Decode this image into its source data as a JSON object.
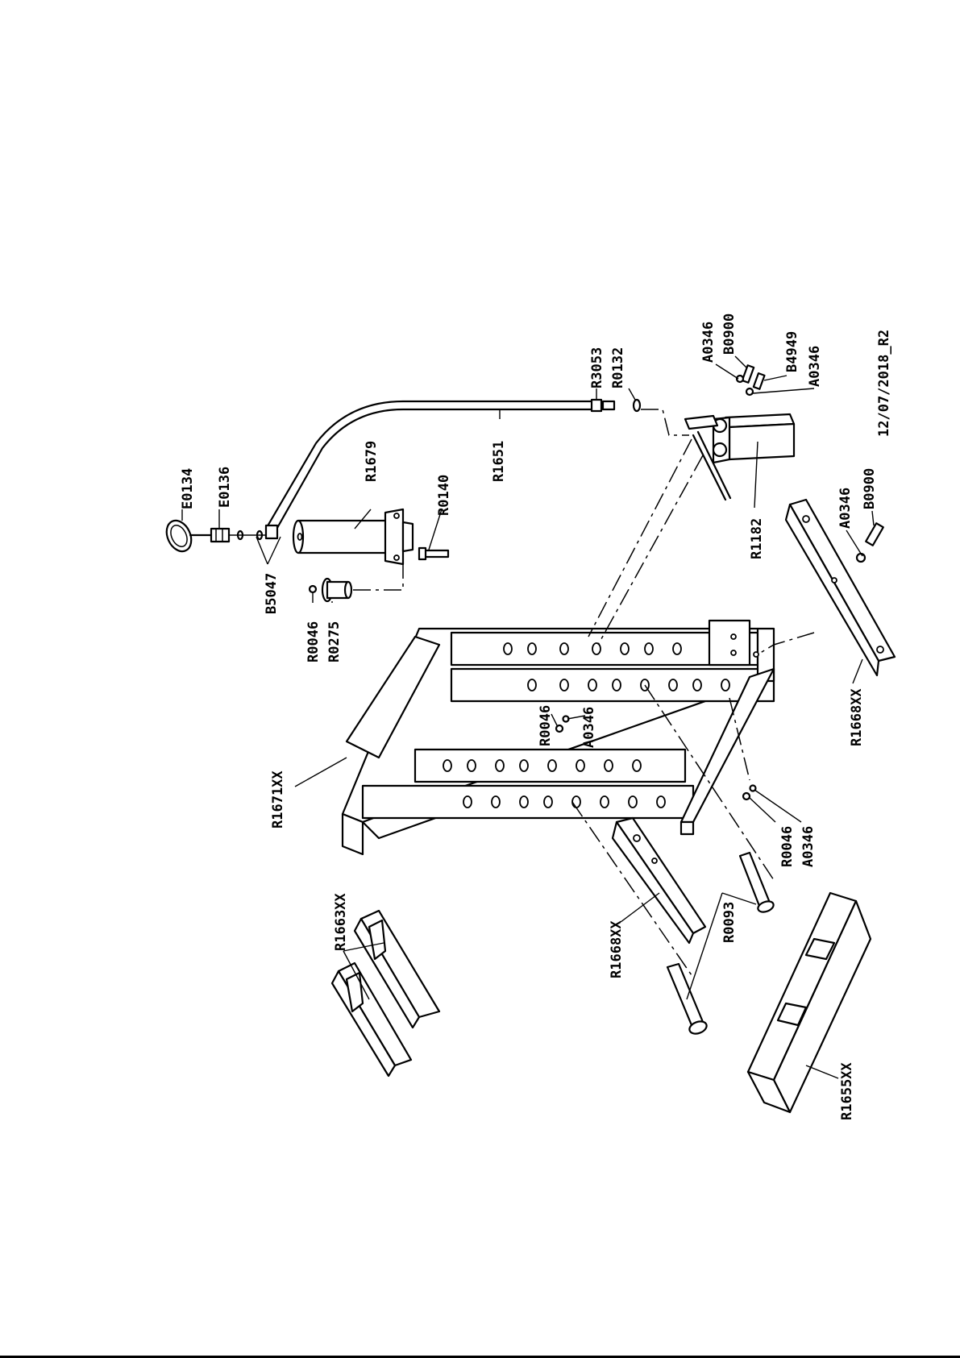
{
  "drawing": {
    "revision_date": "12/07/2018_R2",
    "parts": {
      "e0134": "E0134",
      "e0136": "E0136",
      "b5047": "B5047",
      "r1679": "R1679",
      "r0140": "R0140",
      "r0046_top": "R0046",
      "r0275": "R0275",
      "r1651": "R1651",
      "r3053": "R3053",
      "r0132": "R0132",
      "a0346_top": "A0346",
      "b0900_top": "B0900",
      "b4949": "B4949",
      "a0346_top2": "A0346",
      "r1182": "R1182",
      "a0346_right": "A0346",
      "b0900_right": "B0900",
      "r1668xx_right": "R1668XX",
      "r0046_mid": "R0046",
      "a0346_mid": "A0346",
      "r1671xx": "R1671XX",
      "r0046_low": "R0046",
      "a0346_low": "A0346",
      "r1668xx_left": "R1668XX",
      "r0093": "R0093",
      "r1663xx": "R1663XX",
      "r1655xx": "R1655XX"
    }
  }
}
